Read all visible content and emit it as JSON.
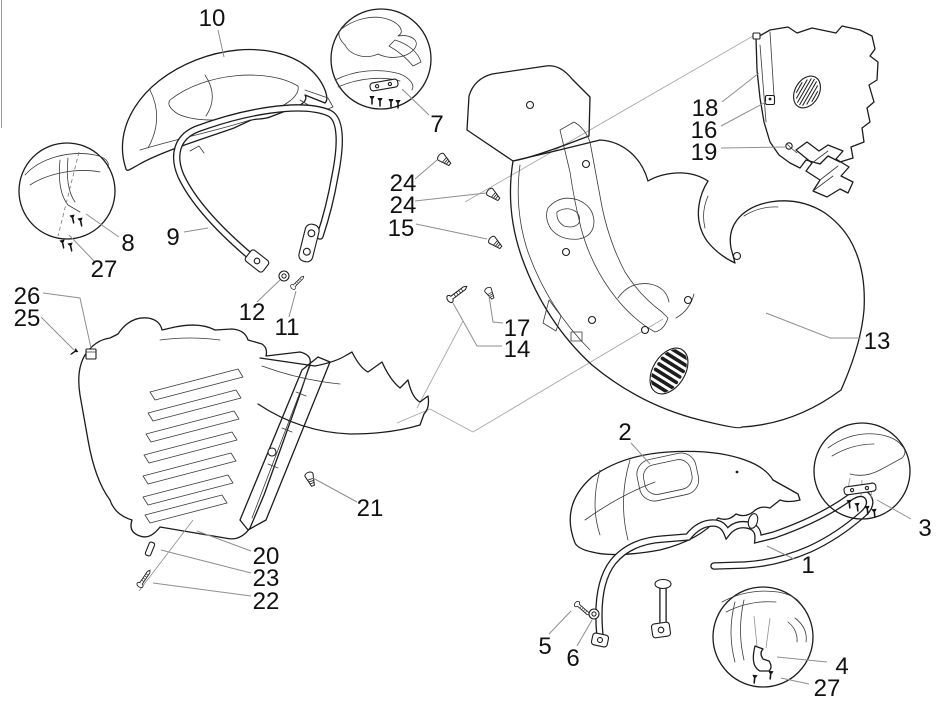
{
  "diagram": {
    "type": "exploded-parts-line-drawing",
    "colors": {
      "background": "#ffffff",
      "ink": "#1c1c1c",
      "leader_line": "#8f8f8f",
      "label_text": "#111111"
    }
  },
  "callouts": [
    {
      "text": "10"
    },
    {
      "text": "9"
    },
    {
      "text": "8"
    },
    {
      "text": "27"
    },
    {
      "text": "7"
    },
    {
      "text": "24"
    },
    {
      "text": "24"
    },
    {
      "text": "15"
    },
    {
      "text": "18"
    },
    {
      "text": "16"
    },
    {
      "text": "19"
    },
    {
      "text": "12"
    },
    {
      "text": "11"
    },
    {
      "text": "17"
    },
    {
      "text": "14"
    },
    {
      "text": "13"
    },
    {
      "text": "26"
    },
    {
      "text": "25"
    },
    {
      "text": "21"
    },
    {
      "text": "20"
    },
    {
      "text": "23"
    },
    {
      "text": "22"
    },
    {
      "text": "2"
    },
    {
      "text": "1"
    },
    {
      "text": "3"
    },
    {
      "text": "5"
    },
    {
      "text": "6"
    },
    {
      "text": "4"
    },
    {
      "text": "27"
    }
  ]
}
